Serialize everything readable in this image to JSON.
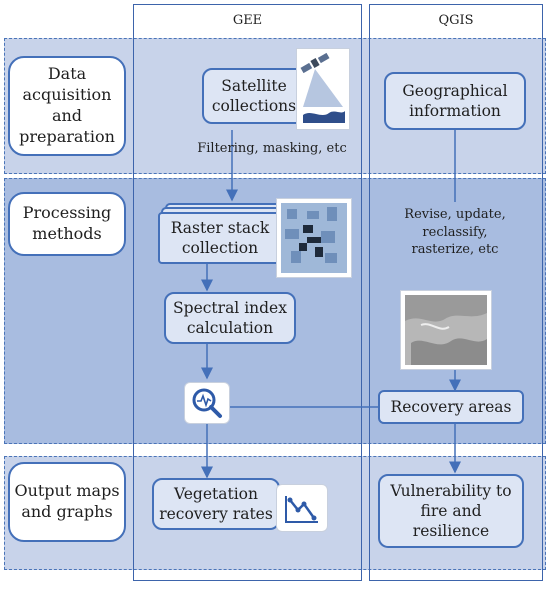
{
  "columns": {
    "gee": "GEE",
    "qgis": "QGIS"
  },
  "stages": {
    "acquisition": "Data acquisition and preparation",
    "processing": "Processing methods",
    "output": "Output maps and graphs"
  },
  "nodes": {
    "satellite": "Satellite collections",
    "geo": "Geographical information",
    "raster": "Raster stack collection",
    "spectral": "Spectral index calculation",
    "recovery": "Recovery areas",
    "vegetation": "Vegetation recovery rates",
    "vulnerability": "Vulnerability to fire and resilience"
  },
  "labels": {
    "filtering": "Filtering, masking, etc",
    "revise": "Revise, update, reclassify, rasterize, etc"
  },
  "icons": [
    "satellite-icon",
    "raster-grid-image",
    "map-image",
    "analysis-magnifier-icon",
    "trend-chart-icon"
  ],
  "colors": {
    "accent": "#4470b9",
    "band_light": "#c8d3ea",
    "band_dark": "#a8bce0",
    "node_fill": "#dde5f4"
  }
}
